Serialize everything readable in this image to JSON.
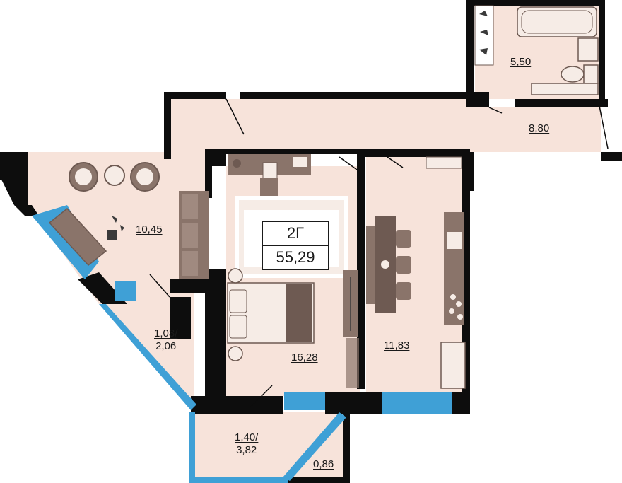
{
  "apartment": {
    "type": "2Г",
    "total_area": "55,29"
  },
  "rooms": {
    "bathroom": "5,50",
    "hallway": "8,80",
    "living_room": "10,45",
    "loggia_left_a": "1,03/",
    "loggia_left_b": "2,06",
    "bedroom": "16,28",
    "kitchen": "11,83",
    "loggia_bottom_a": "1,40/",
    "loggia_bottom_b": "3,82",
    "storage": "0,86"
  },
  "colors": {
    "floor": "#f7e3da",
    "wall": "#0d0d0d",
    "window": "#3fa0d6",
    "furniture_dark": "#6e5a52",
    "furniture_mid": "#8a746a",
    "furniture_light": "#f6ece6"
  }
}
